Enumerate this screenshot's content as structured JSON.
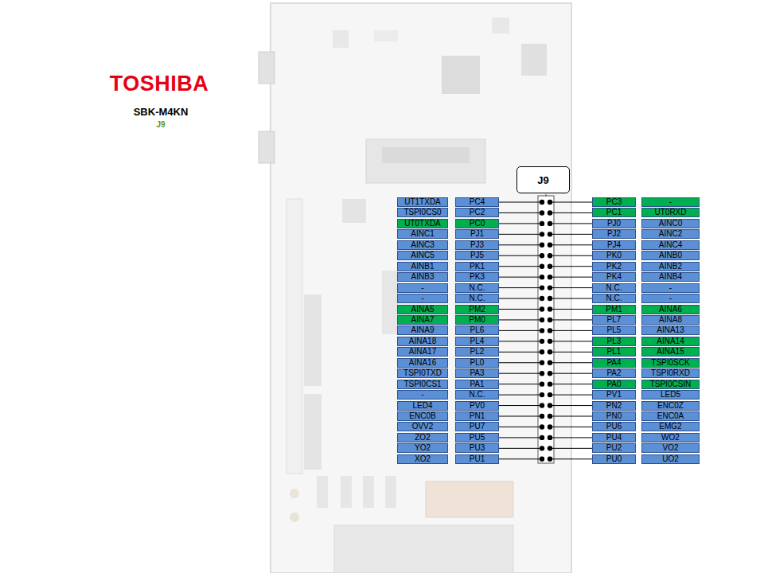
{
  "diagram": {
    "title": "TOSHIBA",
    "nodes": [
      {
        "text": [
          "J9"
        ]
      },
      {
        "text": [
          "UT1TXDA"
        ]
      },
      {
        "text": [
          "PC4"
        ]
      },
      {
        "text": [
          "PC3"
        ]
      },
      {
        "text": [
          "-"
        ]
      },
      {
        "text": [
          "TSPI0CS0"
        ]
      },
      {
        "text": [
          "PC2"
        ]
      },
      {
        "text": [
          "PC1"
        ]
      },
      {
        "text": [
          "UT0RXD"
        ]
      },
      {
        "text": [
          "UT0TXDA"
        ]
      },
      {
        "text": [
          "PC0"
        ]
      },
      {
        "text": [
          "PJ0"
        ]
      },
      {
        "text": [
          "AINC0"
        ]
      },
      {
        "text": [
          "AINC1"
        ]
      },
      {
        "text": [
          "PJ1"
        ]
      },
      {
        "text": [
          "PJ2"
        ]
      },
      {
        "text": [
          "AINC2"
        ]
      },
      {
        "text": [
          "AINC3"
        ]
      },
      {
        "text": [
          "PJ3"
        ]
      },
      {
        "text": [
          "PJ4"
        ]
      },
      {
        "text": [
          "AINC4"
        ]
      },
      {
        "text": [
          "AINC5"
        ]
      },
      {
        "text": [
          "PJ5"
        ]
      },
      {
        "text": [
          "PK0"
        ]
      },
      {
        "text": [
          "AINB0"
        ]
      },
      {
        "text": [
          "AINB1"
        ]
      },
      {
        "text": [
          "PK1"
        ]
      },
      {
        "text": [
          "PK2"
        ]
      },
      {
        "text": [
          "AINB2"
        ]
      },
      {
        "text": [
          "AINB3"
        ]
      },
      {
        "text": [
          "PK3"
        ]
      },
      {
        "text": [
          "PK4"
        ]
      },
      {
        "text": [
          "AINB4"
        ]
      },
      {
        "text": [
          "-"
        ]
      },
      {
        "text": [
          "N.C."
        ]
      },
      {
        "text": [
          "N.C."
        ]
      },
      {
        "text": [
          "-"
        ]
      },
      {
        "text": [
          "-"
        ]
      },
      {
        "text": [
          "N.C."
        ]
      },
      {
        "text": [
          "N.C."
        ]
      },
      {
        "text": [
          "-"
        ]
      },
      {
        "text": [
          "AINA5"
        ]
      },
      {
        "text": [
          "PM2"
        ]
      },
      {
        "text": [
          "PM1"
        ]
      },
      {
        "text": [
          "AINA6"
        ]
      },
      {
        "text": [
          "AINA7"
        ]
      },
      {
        "text": [
          "PM0"
        ]
      },
      {
        "text": [
          "PL7"
        ]
      },
      {
        "text": [
          "AINA8"
        ]
      },
      {
        "text": [
          "AINA9"
        ]
      },
      {
        "text": [
          "PL6"
        ]
      },
      {
        "text": [
          "PL5"
        ]
      },
      {
        "text": [
          "AINA13"
        ]
      },
      {
        "text": [
          "AINA18"
        ]
      },
      {
        "text": [
          "PL4"
        ]
      },
      {
        "text": [
          "PL3"
        ]
      },
      {
        "text": [
          "AINA14"
        ]
      },
      {
        "text": [
          "AINA17"
        ]
      },
      {
        "text": [
          "PL2"
        ]
      },
      {
        "text": [
          "PL1"
        ]
      },
      {
        "text": [
          "AINA15"
        ]
      },
      {
        "text": [
          "AINA16"
        ]
      },
      {
        "text": [
          "PL0"
        ]
      },
      {
        "text": [
          "PA4"
        ]
      },
      {
        "text": [
          "TSPI0SCK"
        ]
      },
      {
        "text": [
          "TSPI0TXD"
        ]
      },
      {
        "text": [
          "PA3"
        ]
      },
      {
        "text": [
          "PA2"
        ]
      },
      {
        "text": [
          "TSPI0RXD"
        ]
      },
      {
        "text": [
          "TSPI0CS1"
        ]
      },
      {
        "text": [
          "PA1"
        ]
      },
      {
        "text": [
          "PA0"
        ]
      },
      {
        "text": [
          "TSPI0CSIN"
        ]
      },
      {
        "text": [
          "-"
        ]
      },
      {
        "text": [
          "N.C."
        ]
      },
      {
        "text": [
          "PV1"
        ]
      },
      {
        "text": [
          "LED5"
        ]
      },
      {
        "text": [
          "LED4"
        ]
      },
      {
        "text": [
          "PV0"
        ]
      },
      {
        "text": [
          "PN2"
        ]
      },
      {
        "text": [
          "ENC0Z"
        ]
      },
      {
        "text": [
          "ENC0B"
        ]
      },
      {
        "text": [
          "PN1"
        ]
      },
      {
        "text": [
          "PN0"
        ]
      },
      {
        "text": [
          "ENC0A"
        ]
      },
      {
        "text": [
          "OVV2"
        ]
      },
      {
        "text": [
          "PU7"
        ]
      },
      {
        "text": [
          "PU6"
        ]
      },
      {
        "text": [
          "EMG2"
        ]
      },
      {
        "text": [
          "ZO2"
        ]
      },
      {
        "text": [
          "PU5"
        ]
      },
      {
        "text": [
          "PU4"
        ]
      },
      {
        "text": [
          "WO2"
        ]
      },
      {
        "text": [
          "YO2"
        ]
      },
      {
        "text": [
          "PU3"
        ]
      },
      {
        "text": [
          "PU2"
        ]
      },
      {
        "text": [
          "VO2"
        ]
      },
      {
        "text": [
          "XO2"
        ]
      },
      {
        "text": [
          "PU1"
        ]
      },
      {
        "text": [
          "PU0"
        ]
      },
      {
        "text": [
          "UO2"
        ]
      }
    ],
    "labels": [
      "SBK-M4KN",
      "J9"
    ]
  }
}
